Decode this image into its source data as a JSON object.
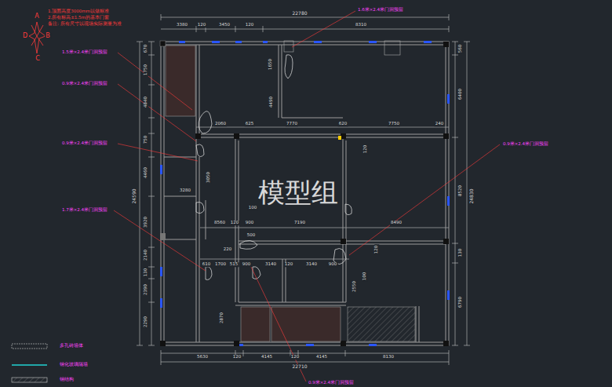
{
  "diagram": {
    "labels": [
      "1.顶面高度3000mm以做标准",
      "2.所有标高±1.5m的基本门窗",
      "备注: 所有尺寸以现场实际测量为准",
      "A",
      "B",
      "C",
      "D",
      "22780",
      "3380",
      "120",
      "3450",
      "120",
      "8310",
      "1.6米×2.4米门洞预留",
      "1.5米×2.4米门洞预留",
      "0.9米×2.4米门洞预留",
      "0.9米×2.4米门洞预留",
      "1.7米×2.4米门洞预留",
      "0.9米×2.4米门洞预留",
      "0.9米×2.4米门洞预留",
      "670",
      "1750",
      "4840",
      "750",
      "4460",
      "3920",
      "2140",
      "130",
      "2390",
      "2290",
      "24590",
      "560",
      "6400",
      "8520",
      "130",
      "6790",
      "24830",
      "5630",
      "120",
      "4145",
      "120",
      "4145",
      "8130",
      "22710",
      "2060",
      "625",
      "7770",
      "620",
      "7750",
      "240",
      "4490",
      "1650",
      "3280",
      "3050",
      "120",
      "8560",
      "120",
      "900",
      "7190",
      "8490",
      "100",
      "500",
      "220",
      "610",
      "1700",
      "515",
      "900",
      "3140",
      "120",
      "3140",
      "900",
      "120",
      "100",
      "2550",
      "2870",
      "模型组"
    ],
    "legend": [
      {
        "text": "多孔砖墙体"
      },
      {
        "text": "钢化玻璃隔墙"
      },
      {
        "text": "钢结构"
      }
    ]
  }
}
